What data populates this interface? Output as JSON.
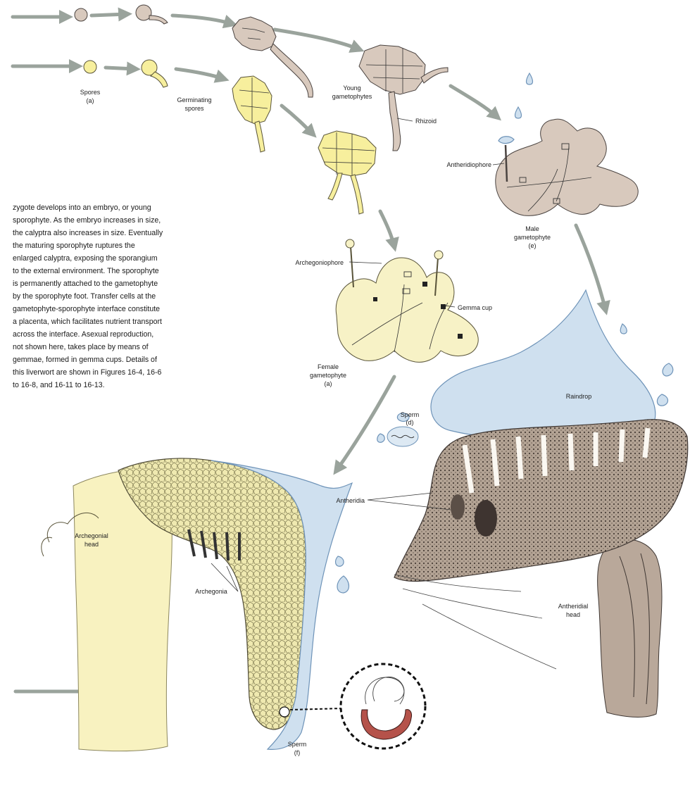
{
  "labels": {
    "spores_a": "Spores",
    "spores_a_tag": "(a)",
    "germinating_spores": "Germinating",
    "germinating_spores_2": "spores",
    "young_gametophytes": "Young",
    "young_gametophytes_2": "gametophytes",
    "rhizoid": "Rhizoid",
    "antheridiophore": "Antheridiophore",
    "male_gametophyte": "Male",
    "male_gametophyte_2": "gametophyte",
    "male_gametophyte_tag": "(e)",
    "archegoniophore": "Archegoniophore",
    "gemma_cup": "Gemma cup",
    "female_gametophyte": "Female",
    "female_gametophyte_2": "gametophyte",
    "female_gametophyte_tag": "(a)",
    "raindrop": "Raindrop",
    "sperm_top": "Sperm",
    "sperm_top_tag": "(d)",
    "antheridia": "Antheridia",
    "antheridial_head": "Antheridial",
    "antheridial_head_2": "head",
    "archegonial_head": "Archegonial",
    "archegonial_head_2": "head",
    "archegonia": "Archegonia",
    "sperm_bottom": "Sperm",
    "sperm_bottom_tag": "(f)"
  },
  "paragraph": [
    "zygote develops into an embryo, or young",
    "sporophyte. As the embryo increases in size,",
    "the calyptra also increases in size. Eventually",
    "the maturing sporophyte ruptures the",
    "enlarged calyptra, exposing the sporangium",
    "to the external environment. The sporophyte",
    "is permanently attached to the gametophyte",
    "by the sporophyte foot. Transfer cells at the",
    "gametophyte-sporophyte interface constitute",
    "a placenta, which facilitates nutrient transport",
    "across the interface. Asexual reproduction,",
    "not shown here, takes place by means of",
    "gemmae, formed in gemma cups. Details of",
    "this liverwort are shown in Figures 16-4, 16-6",
    "to 16-8, and 16-11 to 16-13."
  ],
  "colors": {
    "flow_arrow": "#9aa39c",
    "male_tissue": "#d8c9bd",
    "female_tissue": "#f7ef9d",
    "water": "#cfe0ef",
    "sperm_accent": "#b5524a"
  }
}
